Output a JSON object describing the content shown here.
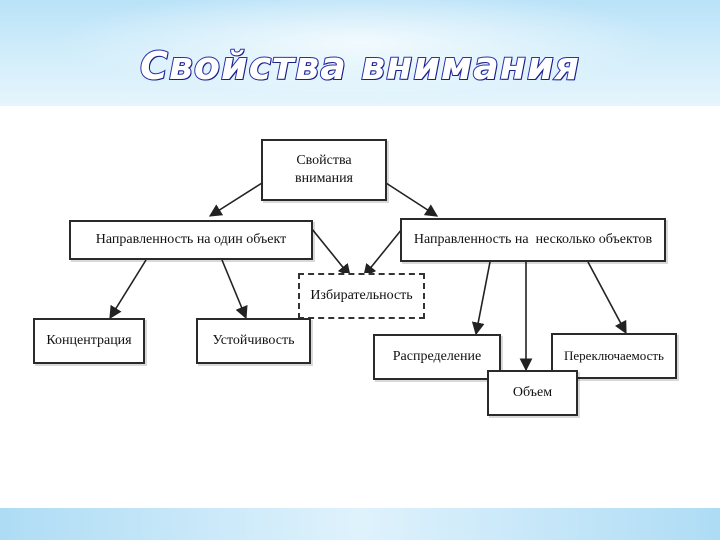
{
  "page": {
    "title": "Свойства внимания"
  },
  "diagram": {
    "nodes": {
      "root": "Свойства\nвнимания",
      "single_object": "Направленность на один объект",
      "several_objects": "Направленность на  несколько объектов",
      "selectivity": "Избирательность",
      "concentration": "Концентрация",
      "stability": "Устойчивость",
      "distribution": "Распределение",
      "volume": "Объем",
      "switching": "Переключаемость"
    },
    "edges": [
      [
        "root",
        "single_object"
      ],
      [
        "root",
        "several_objects"
      ],
      [
        "single_object",
        "selectivity"
      ],
      [
        "several_objects",
        "selectivity"
      ],
      [
        "single_object",
        "concentration"
      ],
      [
        "single_object",
        "stability"
      ],
      [
        "several_objects",
        "distribution"
      ],
      [
        "several_objects",
        "volume"
      ],
      [
        "several_objects",
        "switching"
      ]
    ]
  },
  "colors": {
    "title_outline": "#2b2fae",
    "title_fill": "#ffffff",
    "banner": "#c8e9fa",
    "box_border": "#2a2a2a"
  }
}
